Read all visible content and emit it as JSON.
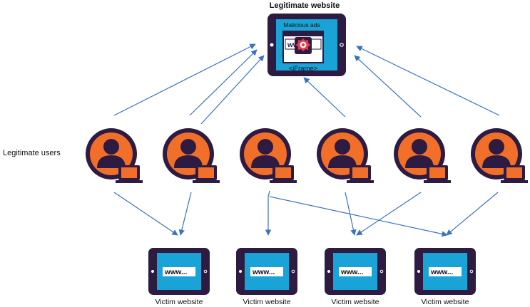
{
  "labels": {
    "legitimate_website": "Legitimate website",
    "legitimate_users": "Legitimate users",
    "malicious_ads": "Malicious ads",
    "iframe": "<iFrame>",
    "victim_website": "Victim website",
    "url_text": "www...",
    "ad_inner_text": "ww"
  },
  "nodes": {
    "users": [
      "user-1",
      "user-2",
      "user-3",
      "user-4",
      "user-5",
      "user-6"
    ],
    "victims": [
      "victim-1",
      "victim-2",
      "victim-3",
      "victim-4"
    ]
  },
  "colors": {
    "frame": "#2d1b42",
    "screen": "#1aa3d6",
    "user_orange": "#f26f2a",
    "arrow": "#3a72c0",
    "ad_red": "#e8394a"
  }
}
